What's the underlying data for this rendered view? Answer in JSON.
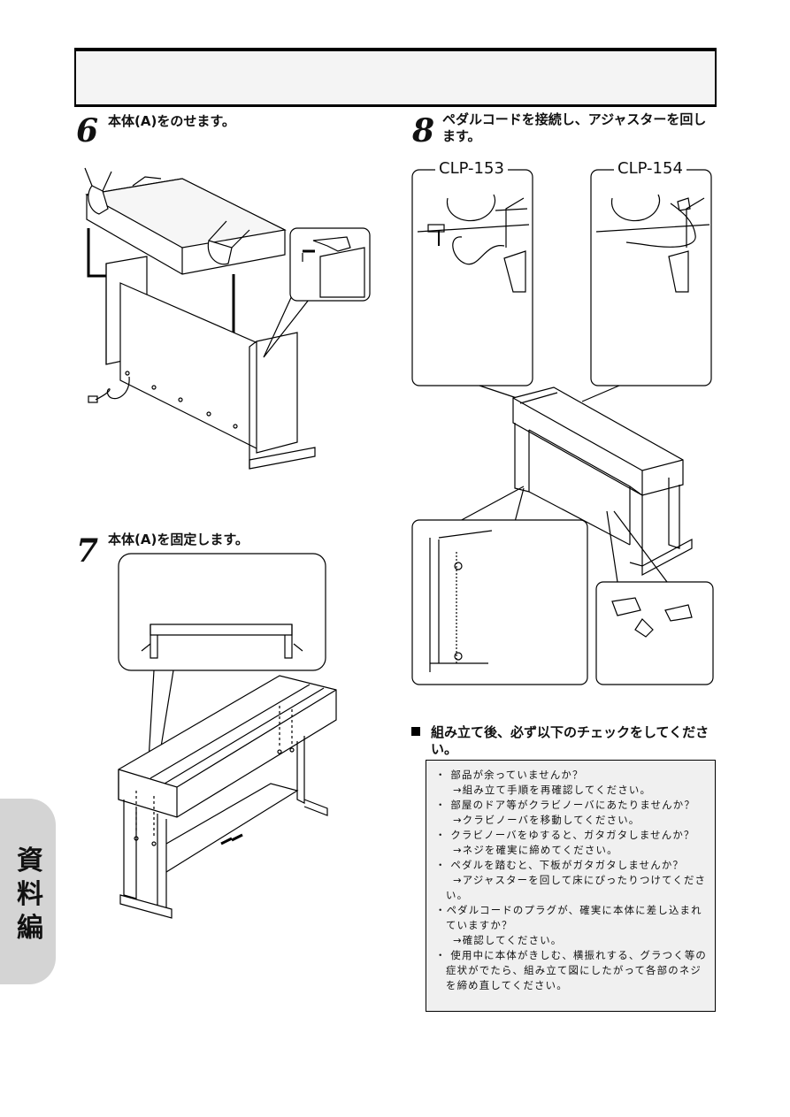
{
  "steps": {
    "s6": {
      "num": "6",
      "text": "本体(A)をのせます。"
    },
    "s7": {
      "num": "7",
      "text": "本体(A)を固定します。"
    },
    "s8": {
      "num": "8",
      "line1": "ペダルコードを接続し、アジャスターを回し",
      "line2": "ます。"
    }
  },
  "models": {
    "left": "CLP-153",
    "right": "CLP-154"
  },
  "checklist": {
    "title_line1": "組み立て後、必ず以下のチェックをしてくださ",
    "title_line2": "い。",
    "items": [
      {
        "q": "・ 部品が余っていませんか？",
        "a": "→組み立て手順を再確認してください。"
      },
      {
        "q": "・ 部屋のドア等がクラビノーバにあたりませんか？",
        "a": "→クラビノーバを移動してください。"
      },
      {
        "q": "・ クラビノーバをゆすると、ガタガタしませんか？",
        "a": "→ネジを確実に締めてください。"
      },
      {
        "q": "・ ペダルを踏むと、下板がガタガタしませんか？",
        "a": "→アジャスターを回して床にぴったりつけてくださ",
        "a2": "い。"
      },
      {
        "q": "・ペダルコードのプラグが、確実に本体に差し込まれ",
        "q2": "ていますか？",
        "a": "→確認してください。"
      },
      {
        "q": "・ 使用中に本体がきしむ、横振れする、グラつく等の",
        "q2": "症状がでたら、組み立て図にしたがって各部のネジ",
        "q3": "を締め直してください。"
      }
    ]
  },
  "side_tab": {
    "c1": "資",
    "c2": "料",
    "c3": "編"
  }
}
